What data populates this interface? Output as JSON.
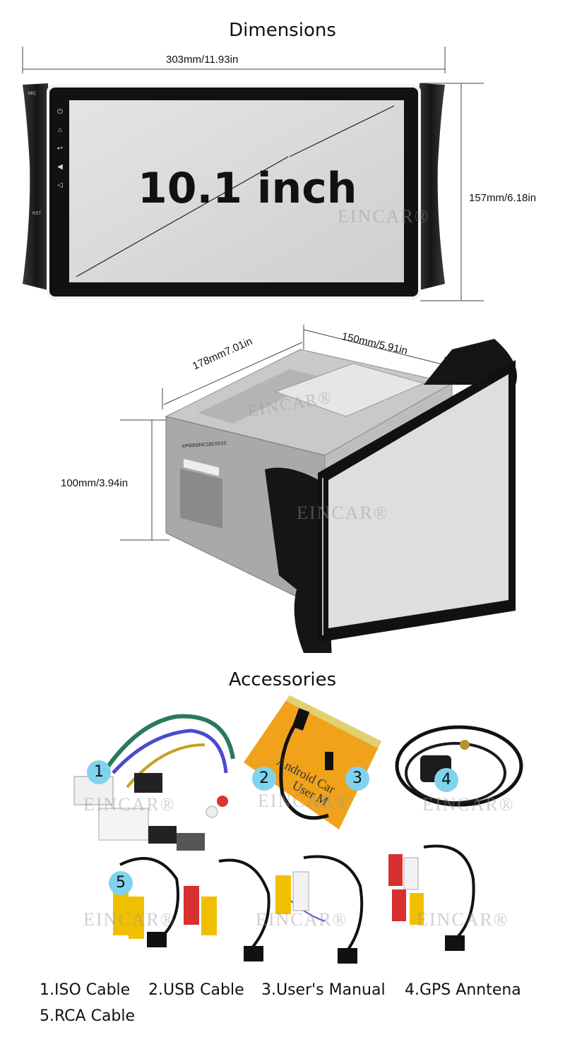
{
  "titles": {
    "dimensions": "Dimensions",
    "accessories": "Accessories"
  },
  "front_view": {
    "width_label": "303mm/11.93in",
    "height_label": "157mm/6.18in",
    "screen_size": "10.1 inch",
    "mic_label": "MIC",
    "rst_label": "RST",
    "side_icons": [
      "power-icon",
      "home-icon",
      "back-icon",
      "volume-up-icon",
      "volume-down-icon"
    ]
  },
  "side_view": {
    "depth_label": "178mm7.01in",
    "top_width_label": "150mm/5.91in",
    "height_label": "100mm/3.94in",
    "sticker_code": "XP6000NC18C0610"
  },
  "watermark": "EINCAR",
  "accessories": {
    "badges": [
      "1",
      "2",
      "3",
      "4",
      "5"
    ],
    "manual_cover_text": [
      "Android Car",
      "User M"
    ]
  },
  "legend": {
    "row1": [
      "1.ISO Cable",
      "2.USB Cable",
      "3.User's Manual",
      "4.GPS Anntena"
    ],
    "row2": [
      "5.RCA Cable"
    ]
  },
  "colors": {
    "badge": "#7fd3ef",
    "bezel": "#1a1a1a",
    "screen": "#dcdcdc",
    "manual": "#f0a21a"
  }
}
